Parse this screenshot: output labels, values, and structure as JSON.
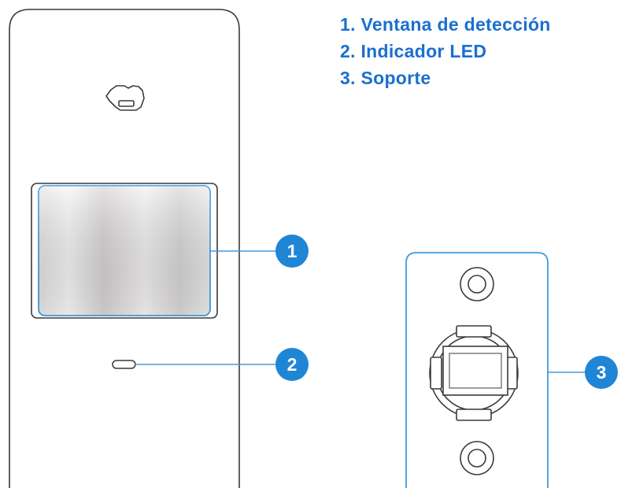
{
  "colors": {
    "accent": "#1f86d6",
    "callout_line": "#3f9ae0",
    "outline": "#3a3a3a",
    "text": "#1a6fd0"
  },
  "legend": [
    {
      "number": "1",
      "text": "1. Ventana de detección"
    },
    {
      "number": "2",
      "text": "2. Indicador LED"
    },
    {
      "number": "3",
      "text": "3. Soporte"
    }
  ],
  "callouts": [
    {
      "number": "1",
      "target": "detection-window"
    },
    {
      "number": "2",
      "target": "led-indicator"
    },
    {
      "number": "3",
      "target": "mounting-bracket"
    }
  ],
  "icons": {
    "logo": "camera-logo-icon",
    "bracket_holes": "screw-hole-icon",
    "bracket_latch": "latch-icon"
  }
}
